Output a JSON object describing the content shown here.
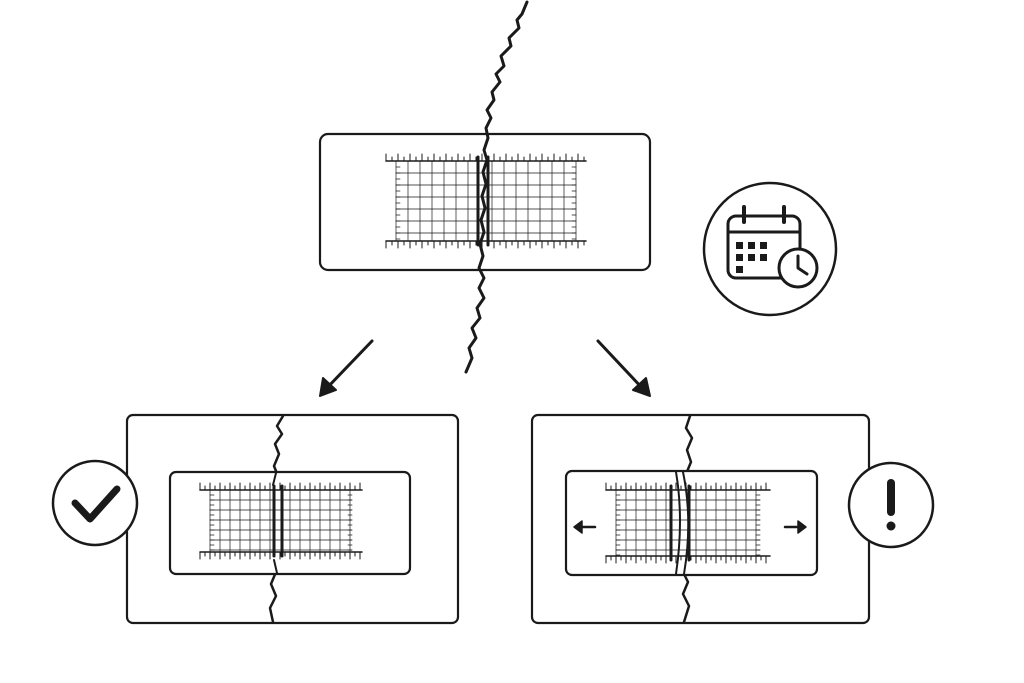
{
  "diagram": {
    "nodes": [
      {
        "id": "crack-gauge-installed",
        "icon": "crack-monitor-gauge"
      },
      {
        "id": "crack-stable",
        "icon": "crack-monitor-gauge",
        "status_icon": "check-icon"
      },
      {
        "id": "crack-widening",
        "icon": "crack-monitor-gauge",
        "status_icon": "exclamation-icon"
      }
    ],
    "edges": [
      {
        "from": "crack-gauge-installed",
        "to": "crack-stable"
      },
      {
        "from": "crack-gauge-installed",
        "to": "crack-widening"
      }
    ],
    "side_icon": "calendar-clock-icon",
    "colors": {
      "stroke": "#1a1a1a",
      "background": "#ffffff"
    }
  }
}
